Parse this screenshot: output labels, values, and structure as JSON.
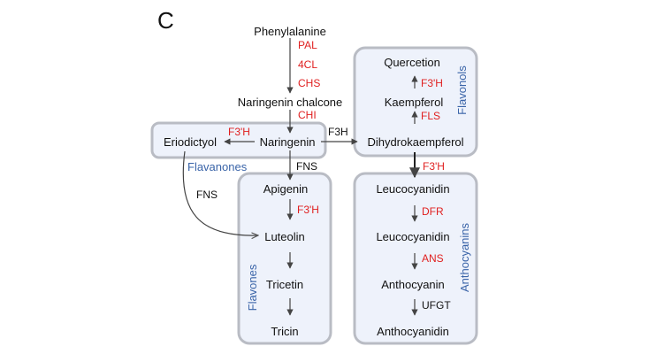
{
  "panel_label": "C",
  "colors": {
    "enzyme": "#e02020",
    "group_label": "#3a64a8",
    "box_fill": "#eef2fb",
    "box_stroke": "#b9bcc4"
  },
  "compounds": {
    "phenylalanine": "Phenylalanine",
    "naringenin_chalcone": "Naringenin chalcone",
    "naringenin": "Naringenin",
    "eriodictyol": "Eriodictyol",
    "dihydrokaempferol": "Dihydrokaempferol",
    "kaempferol": "Kaempferol",
    "quercetion": "Quercetion",
    "apigenin": "Apigenin",
    "luteolin": "Luteolin",
    "tricetin": "Tricetin",
    "tricin": "Tricin",
    "leucocyanidin_1": "Leucocyanidin",
    "leucocyanidin_2": "Leucocyanidin",
    "anthocyanin": "Anthocyanin",
    "anthocyanidin": "Anthocyanidin"
  },
  "enzymes": {
    "pal": "PAL",
    "cl4": "4CL",
    "chs": "CHS",
    "chi": "CHI",
    "f3h_eriodictyol": "F3'H",
    "f3h_main": "F3H",
    "fls": "FLS",
    "f3h_quercetion": "F3'H",
    "f3h_leucocyanidin": "F3'H",
    "fns_main": "FNS",
    "fns_side": "FNS",
    "f3h_luteolin": "F3'H",
    "dfr": "DFR",
    "ans": "ANS",
    "ufgt": "UFGT"
  },
  "groups": {
    "flavanones": "Flavanones",
    "flavonols": "Flavonols",
    "flavones": "Flavones",
    "anthocyanins": "Anthocyanins"
  }
}
